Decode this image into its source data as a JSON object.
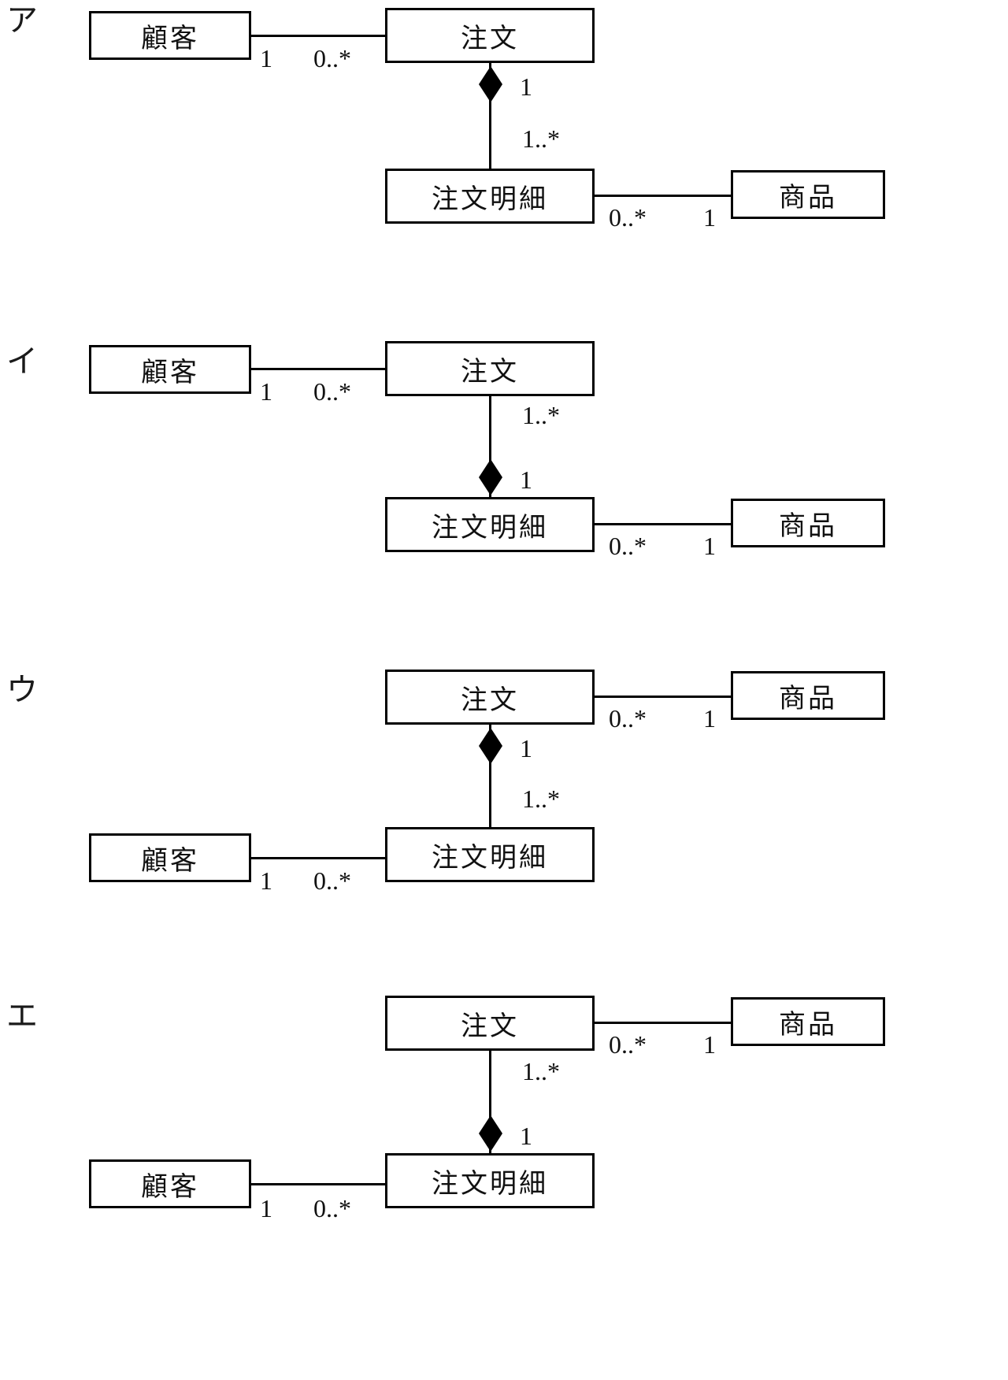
{
  "figure": {
    "kind": "uml-class-diagram-options",
    "background": "#ffffff",
    "line_color": "#000000",
    "notation": {
      "composition_diamond": "◆"
    }
  },
  "options": [
    {
      "label": "ア",
      "boxes": {
        "customer": "顧客",
        "order": "注文",
        "order_detail": "注文明細",
        "product": "商品"
      },
      "links": {
        "customer_order": {
          "at_customer": "1",
          "at_order": "0..*"
        },
        "composition": {
          "diamond_at": "order",
          "at_order": "1",
          "at_order_detail": "1..*"
        },
        "detail_product": {
          "at_detail": "0..*",
          "at_product": "1"
        }
      }
    },
    {
      "label": "イ",
      "boxes": {
        "customer": "顧客",
        "order": "注文",
        "order_detail": "注文明細",
        "product": "商品"
      },
      "links": {
        "customer_order": {
          "at_customer": "1",
          "at_order": "0..*"
        },
        "composition": {
          "diamond_at": "order_detail",
          "at_order": "1..*",
          "at_order_detail": "1"
        },
        "detail_product": {
          "at_detail": "0..*",
          "at_product": "1"
        }
      }
    },
    {
      "label": "ウ",
      "boxes": {
        "customer": "顧客",
        "order": "注文",
        "order_detail": "注文明細",
        "product": "商品"
      },
      "links": {
        "order_product": {
          "at_order": "0..*",
          "at_product": "1"
        },
        "composition": {
          "diamond_at": "order",
          "at_order": "1",
          "at_order_detail": "1..*"
        },
        "customer_detail": {
          "at_customer": "1",
          "at_detail": "0..*"
        }
      }
    },
    {
      "label": "エ",
      "boxes": {
        "customer": "顧客",
        "order": "注文",
        "order_detail": "注文明細",
        "product": "商品"
      },
      "links": {
        "order_product": {
          "at_order": "0..*",
          "at_product": "1"
        },
        "composition": {
          "diamond_at": "order_detail",
          "at_order": "1..*",
          "at_order_detail": "1"
        },
        "customer_detail": {
          "at_customer": "1",
          "at_detail": "0..*"
        }
      }
    }
  ]
}
